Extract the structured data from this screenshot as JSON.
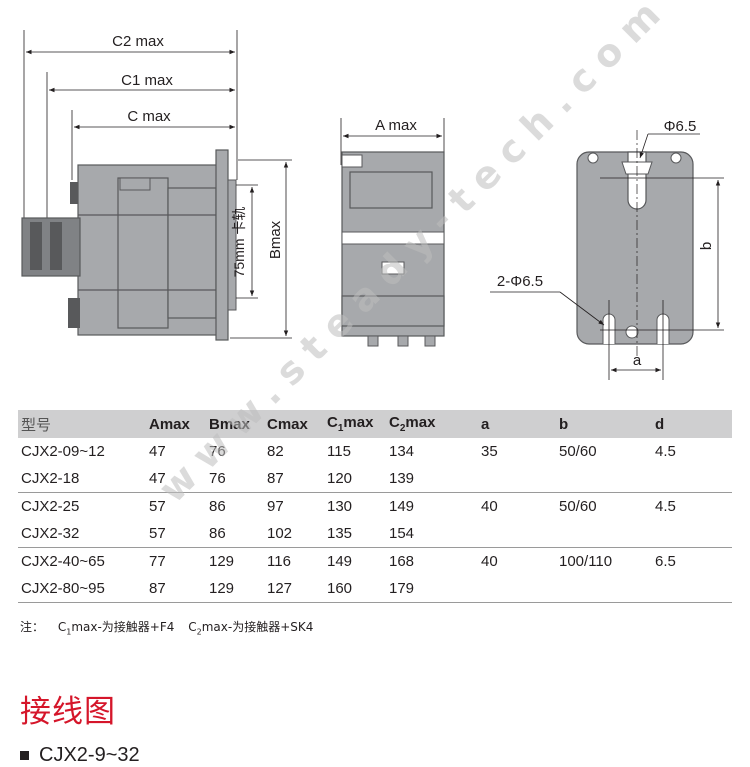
{
  "drawing": {
    "side_view": {
      "c2_label": "C2 max",
      "c1_label": "C1 max",
      "c_label": "C max",
      "b_label": "Bmax",
      "rail_label": "75mm 卡轨"
    },
    "front_view": {
      "a_label": "A max"
    },
    "mount_view": {
      "phi_top_label": "Φ6.5",
      "phi_bottom_label": "2-Φ6.5",
      "b_dim_label": "b",
      "a_dim_label": "a"
    }
  },
  "table": {
    "headers": [
      "型号",
      "Amax",
      "Bmax",
      "Cmax",
      "C|1|max",
      "C|2|max",
      "a",
      "b",
      "d"
    ],
    "rows": [
      {
        "model": "CJX2-09~12",
        "amax": "47",
        "bmax": "76",
        "cmax": "82",
        "c1max": "115",
        "c2max": "134",
        "a": "35",
        "b": "50/60",
        "d": "4.5"
      },
      {
        "model": "CJX2-18",
        "amax": "47",
        "bmax": "76",
        "cmax": "87",
        "c1max": "120",
        "c2max": "139",
        "a": "",
        "b": "",
        "d": ""
      },
      {
        "model": "CJX2-25",
        "amax": "57",
        "bmax": "86",
        "cmax": "97",
        "c1max": "130",
        "c2max": "149",
        "a": "40",
        "b": "50/60",
        "d": "4.5"
      },
      {
        "model": "CJX2-32",
        "amax": "57",
        "bmax": "86",
        "cmax": "102",
        "c1max": "135",
        "c2max": "154",
        "a": "",
        "b": "",
        "d": ""
      },
      {
        "model": "CJX2-40~65",
        "amax": "77",
        "bmax": "129",
        "cmax": "116",
        "c1max": "149",
        "c2max": "168",
        "a": "40",
        "b": "100/110",
        "d": "6.5"
      },
      {
        "model": "CJX2-80~95",
        "amax": "87",
        "bmax": "129",
        "cmax": "127",
        "c1max": "160",
        "c2max": "179",
        "a": "",
        "b": "",
        "d": ""
      }
    ]
  },
  "note": {
    "prefix": "注：",
    "item1_letter": "C",
    "item1_sub": "1",
    "item1_text": "max-为接触器+F4",
    "item2_letter": "C",
    "item2_sub": "2",
    "item2_text": "max-为接触器+SK4"
  },
  "section": {
    "title": "接线图",
    "subsection": "CJX2-9~32"
  },
  "watermark": {
    "text": "www.steady-tech.com"
  },
  "colors": {
    "part_gray": "#a7a9ac",
    "part_dark": "#58595b",
    "header_gray": "#cfcfd0",
    "accent_red": "#d5162a"
  }
}
